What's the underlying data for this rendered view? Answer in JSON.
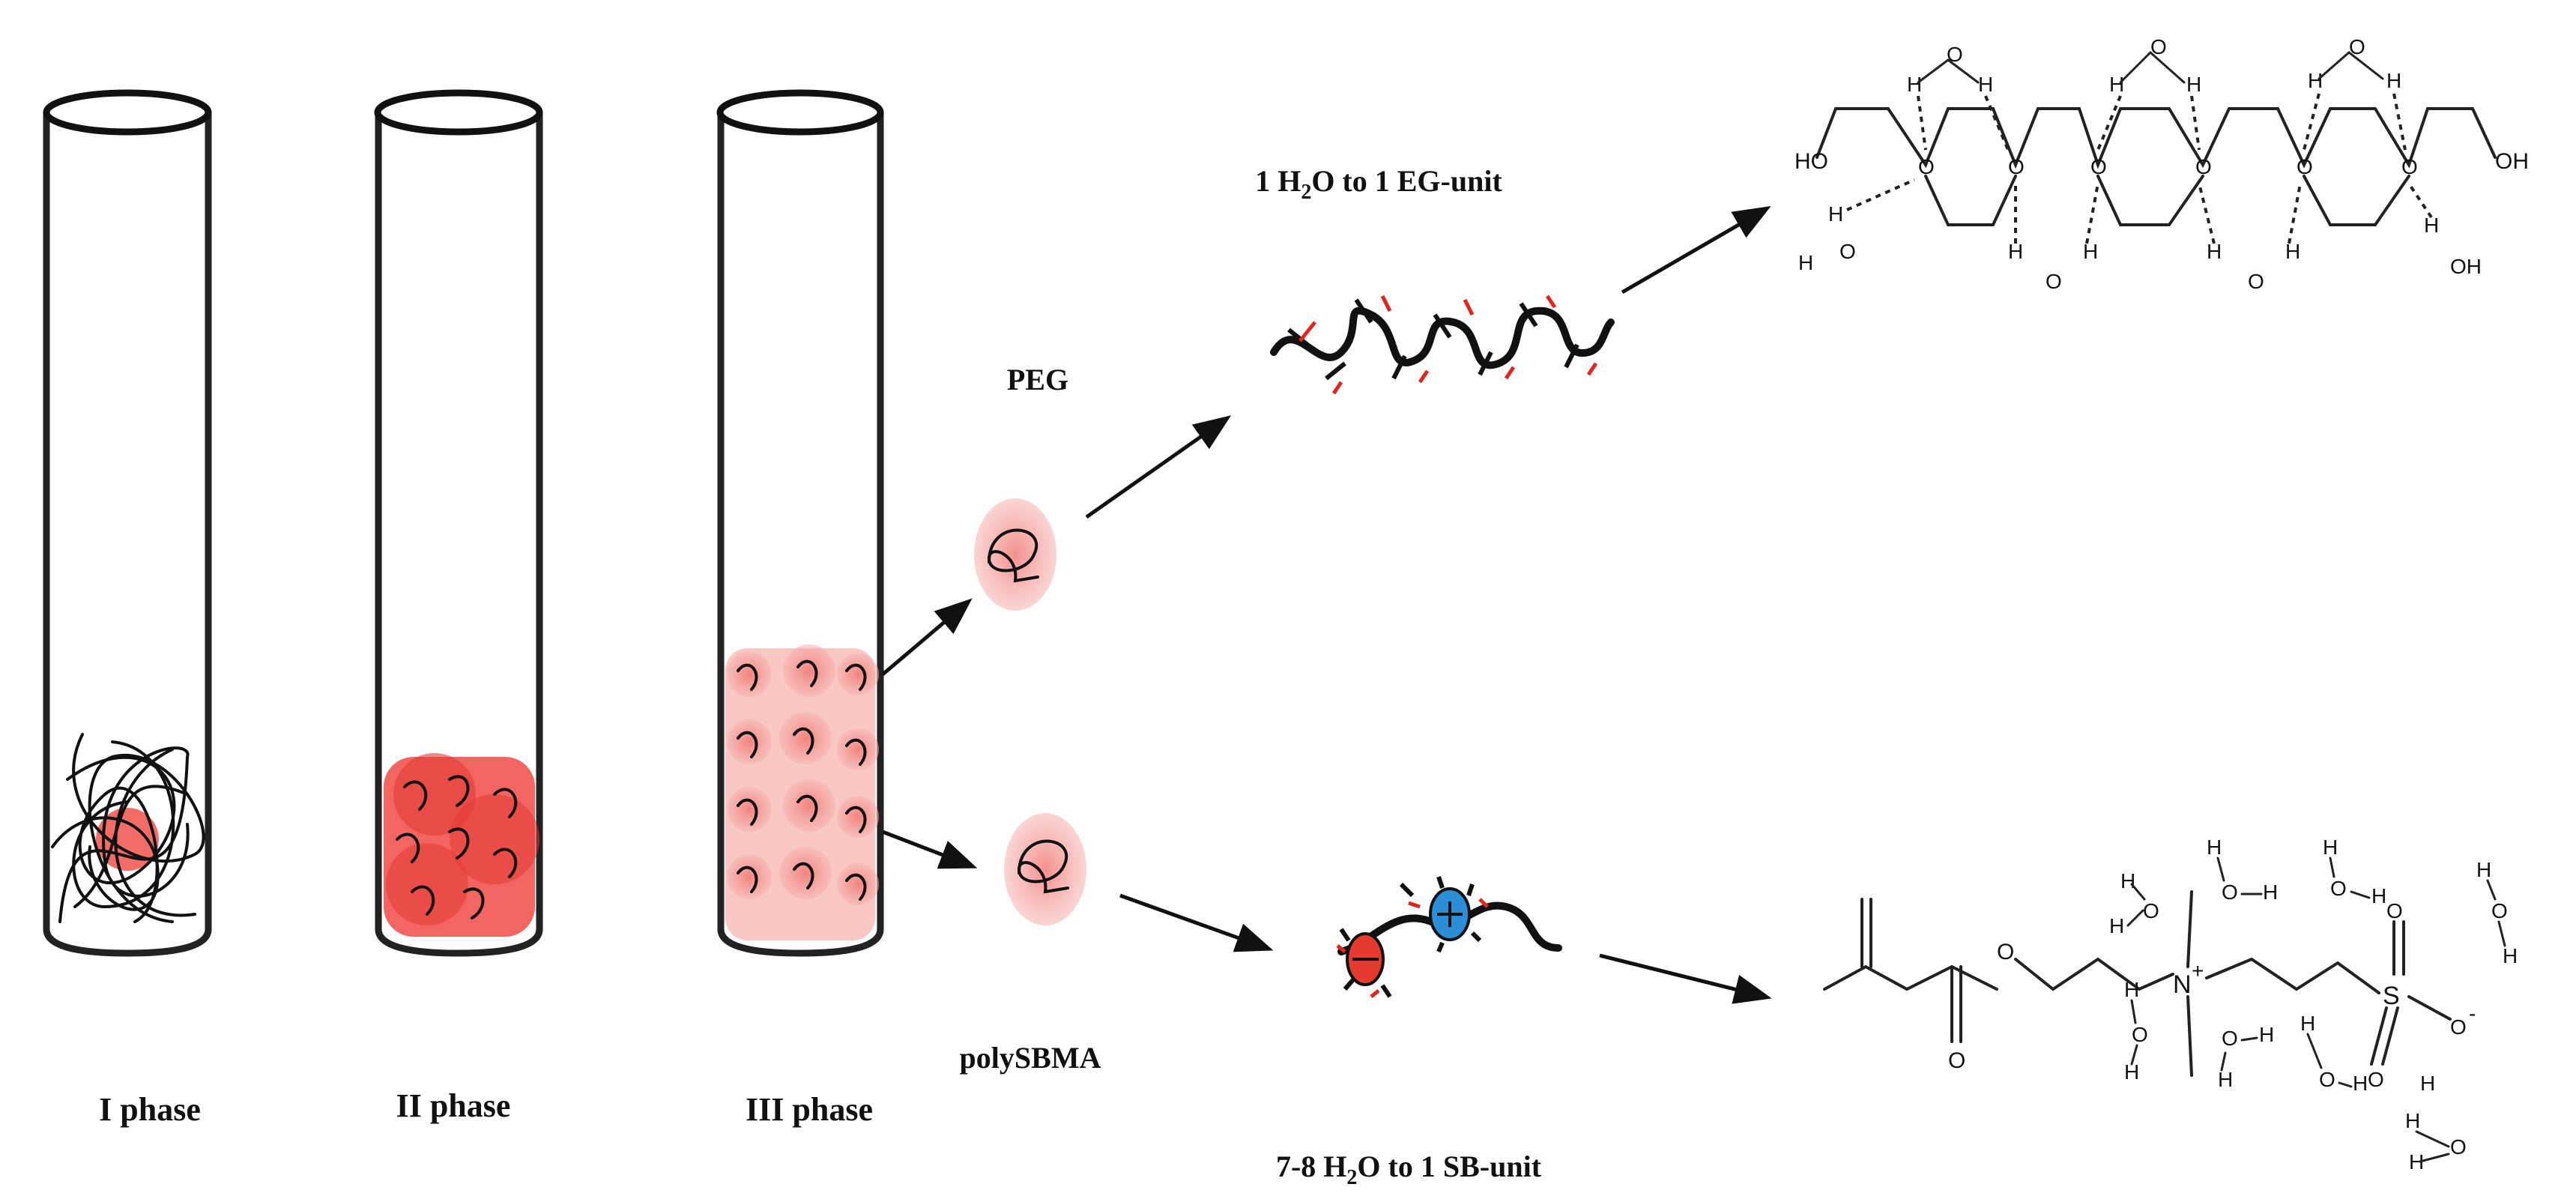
{
  "phases": [
    "I phase",
    "II phase",
    "III phase"
  ],
  "polymers": {
    "peg": "PEG",
    "sbma": "polySBMA"
  },
  "ratios": {
    "peg_prefix": "1 H",
    "peg_sub": "2",
    "peg_suffix": "O to 1 EG-unit",
    "sb_prefix": "7-8 H",
    "sb_sub": "2",
    "sb_suffix": "O to 1 SB-unit"
  },
  "chem": {
    "O": "O",
    "H": "H",
    "HO": "HO",
    "OH": "OH",
    "N": "N",
    "S": "S",
    "plus": "+",
    "minus": "-",
    "Ominus": "O"
  },
  "colors": {
    "blob": "#f0473f",
    "halo": "#f4a8a6",
    "anion": "#e63a2e",
    "cation": "#2a8fd6",
    "ink": "#111111"
  }
}
